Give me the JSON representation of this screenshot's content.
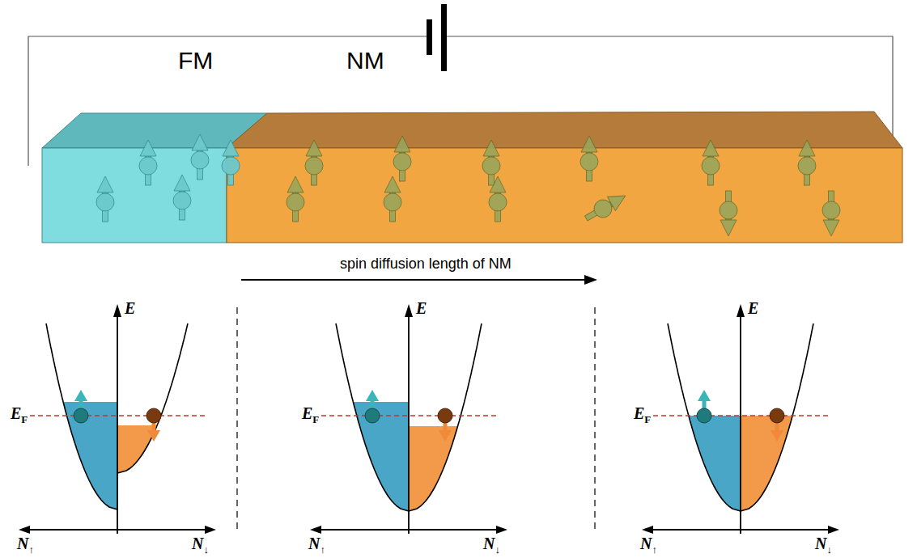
{
  "diagram": {
    "nodes": [
      {
        "text": [
          "FM"
        ]
      },
      {
        "text": [
          "NM"
        ]
      }
    ],
    "labels": [
      "spin diffusion length of NM",
      "E",
      "EF",
      "N↑",
      "N↓",
      "E",
      "EF",
      "N↑",
      "N↓",
      "E",
      "EF",
      "N↑",
      "N↓"
    ]
  }
}
